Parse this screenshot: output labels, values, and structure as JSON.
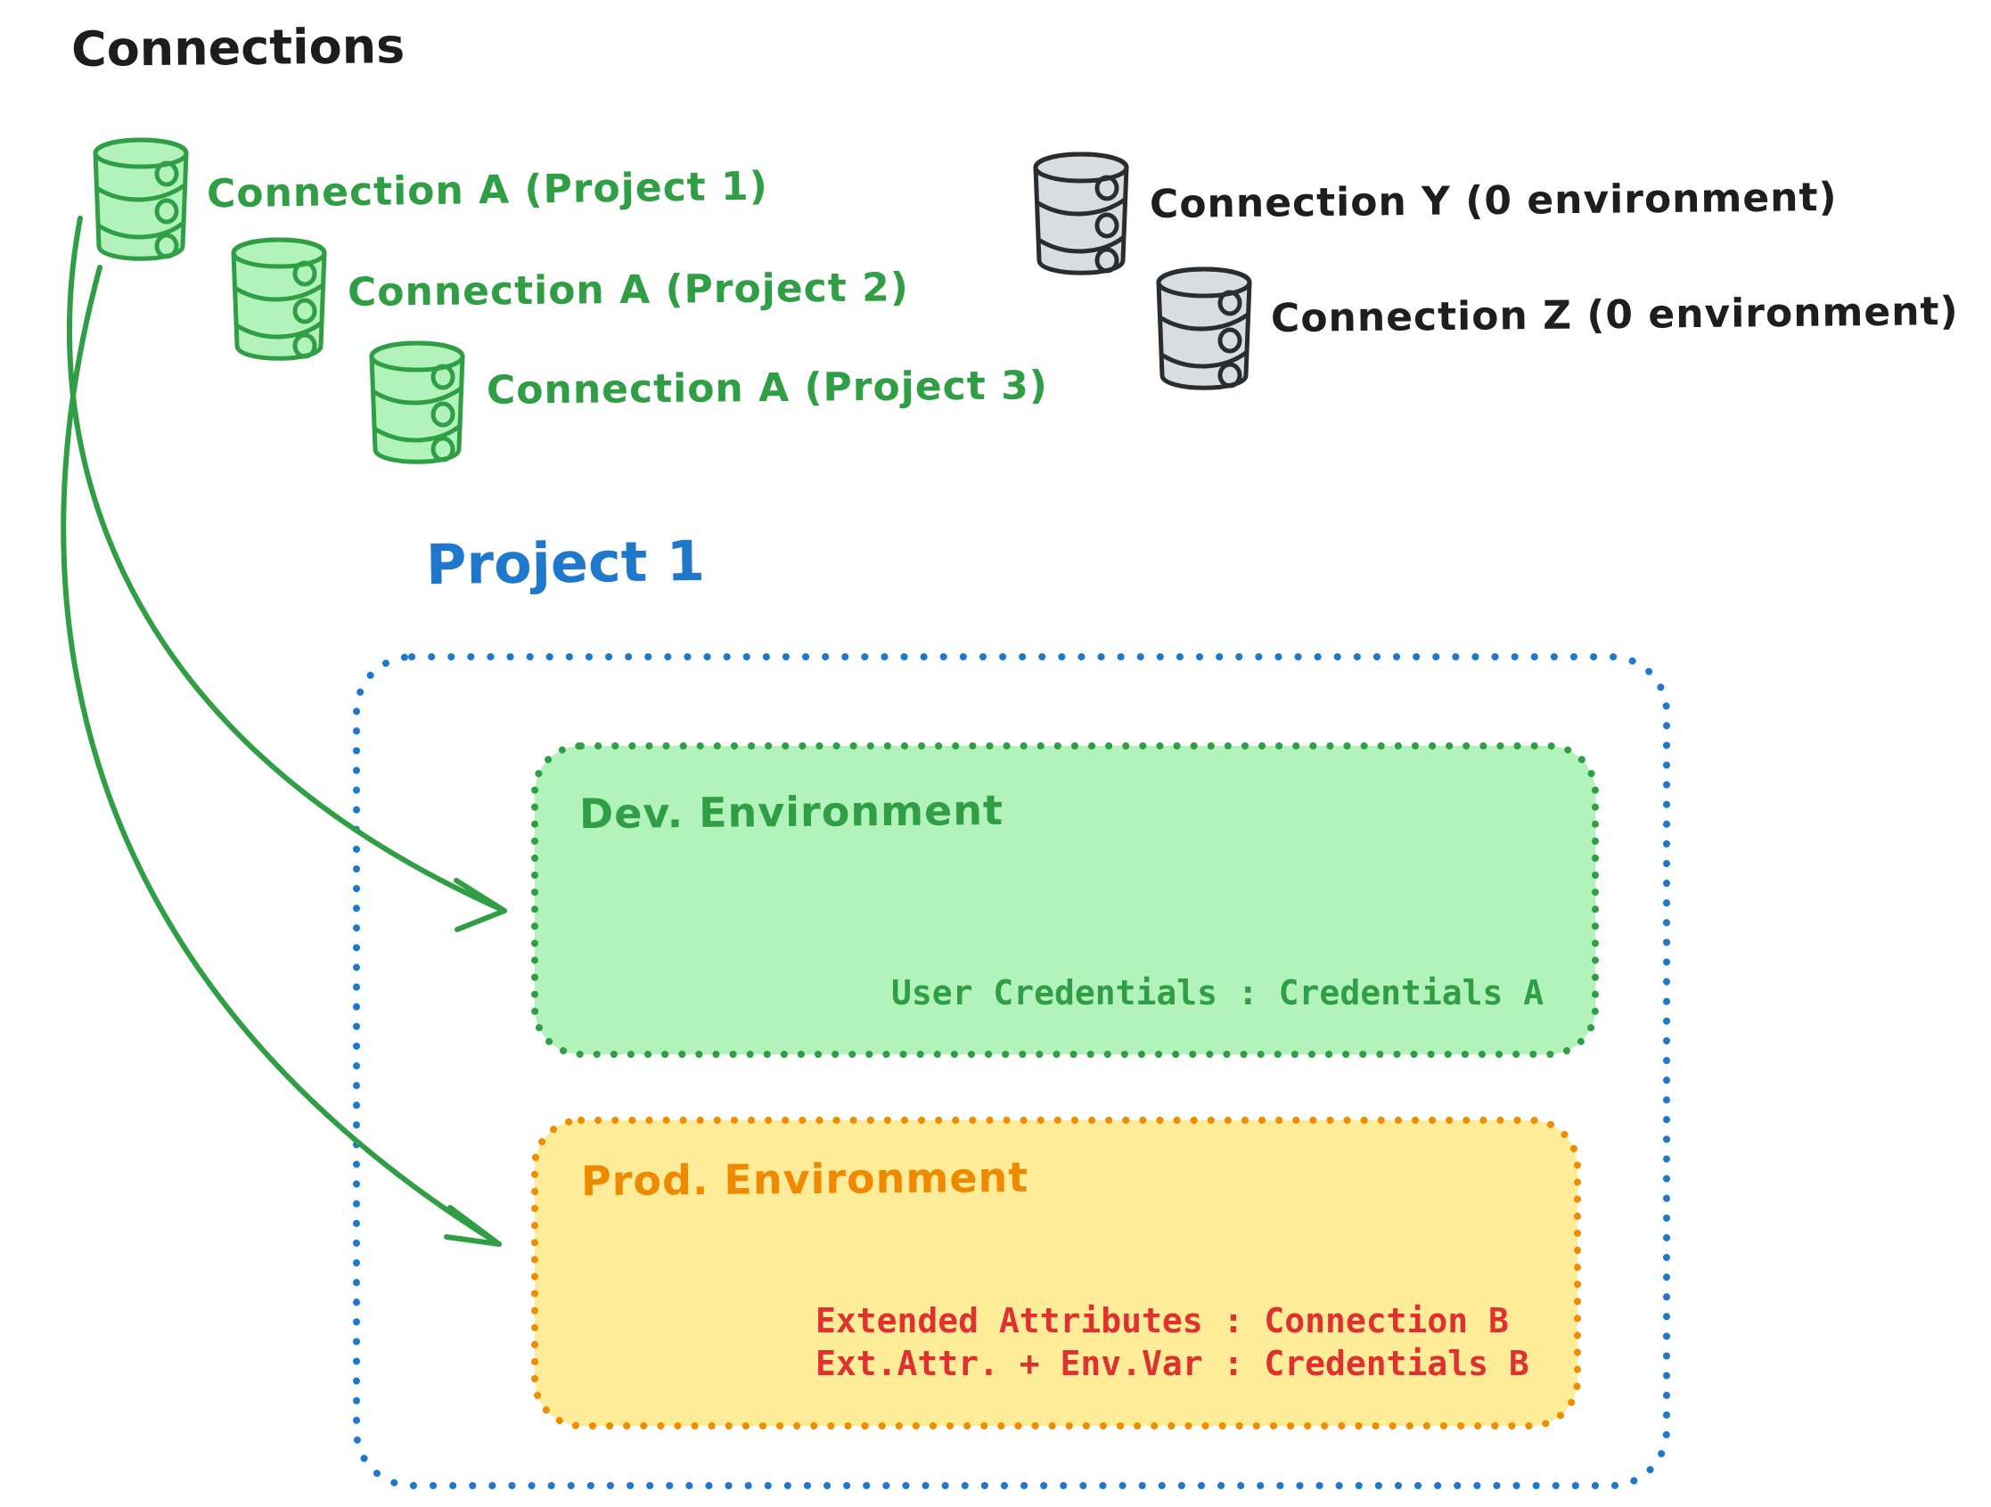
{
  "header": {
    "title": "Connections"
  },
  "colors": {
    "green_stroke": "#2f9e44",
    "green_fill": "#b2f2bb",
    "gray_stroke": "#2a2d30",
    "gray_fill": "#d8dde2",
    "blue": "#1f78cb",
    "orange_stroke": "#f08c00",
    "yellow_fill": "#ffec99",
    "red_text": "#e03131",
    "black_text": "#1e1e1e"
  },
  "icons": {
    "database": "database-icon"
  },
  "connections": {
    "project_a": [
      {
        "icon": "database-icon",
        "label": "Connection A (Project 1)"
      },
      {
        "icon": "database-icon",
        "label": "Connection A (Project 2)"
      },
      {
        "icon": "database-icon",
        "label": "Connection A (Project 3)"
      }
    ],
    "unassigned": [
      {
        "icon": "database-icon",
        "label": "Connection Y (0 environment)"
      },
      {
        "icon": "database-icon",
        "label": "Connection Z (0 environment)"
      }
    ]
  },
  "project": {
    "title": "Project 1",
    "dev": {
      "title": "Dev. Environment",
      "mapping": "User Credentials : Credentials A"
    },
    "prod": {
      "title": "Prod. Environment",
      "mappings": [
        "Extended Attributes : Connection B",
        "Ext.Attr. + Env.Var : Credentials B"
      ]
    }
  }
}
